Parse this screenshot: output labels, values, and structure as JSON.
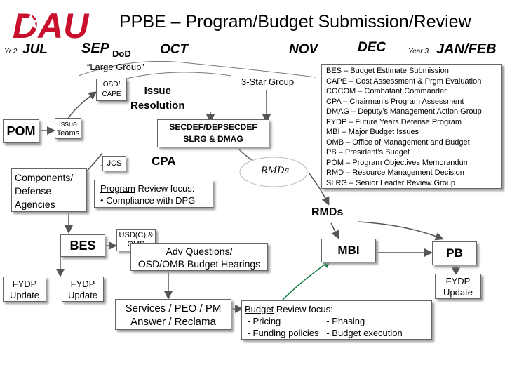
{
  "header": {
    "logo_text": "DAU",
    "title": "PPBE – Program/Budget Submission/Review"
  },
  "timeline": {
    "yr2": "Yr 2",
    "jul": "JUL",
    "sep": "SEP",
    "dod": "DoD",
    "oct": "OCT",
    "nov": "NOV",
    "dec": "DEC",
    "year3": "Year 3",
    "jan_feb": "JAN/FEB"
  },
  "labels": {
    "large_group": "“Large Group”",
    "osd_cape": "OSD/\nCAPE",
    "issue_resolution": "Issue\nResolution",
    "three_star": "3-Star Group",
    "pom": "POM",
    "issue_teams": "Issue\nTeams",
    "secdef": "SECDEF/DEPSECDEF\nSLRG & DMAG",
    "jcs": "JCS",
    "cpa": "CPA",
    "rmds_oval": "RMDs",
    "components": "Components/\nDefense\nAgencies",
    "program_review": "Program",
    "program_review_rest": " Review focus:",
    "compliance": "• Compliance with DPG",
    "rmds": "RMDs",
    "usdc_omb": "USD(C) &\nOMB",
    "bes": "BES",
    "adv_questions": "Adv Questions/\nOSD/OMB Budget Hearings",
    "mbi": "MBI",
    "pb": "PB",
    "fydp_update_left": "FYDP\nUpdate",
    "fydp_update_mid": "FYDP\nUpdate",
    "fydp_update_right": "FYDP\nUpdate",
    "services": "Services / PEO / PM\nAnswer / Reclama",
    "budget_review_u": "Budget",
    "budget_review_rest": " Review focus:",
    "budget_line1": " - Pricing                  - Phasing",
    "budget_line2": " - Funding policies   - Budget execution"
  },
  "glossary": [
    "BES – Budget Estimate Submission",
    "CAPE – Cost Assessment & Prgm Evaluation",
    "COCOM – Combatant Commander",
    "CPA – Chairman’s Program Assessment",
    "DMAG – Deputy’s Management Action Group",
    "FYDP – Future Years Defense Program",
    "MBI – Major Budget Issues",
    "OMB – Office of Management and Budget",
    "PB – President’s Budget",
    "POM – Program Objectives Memorandum",
    "RMD – Resource Management Decision",
    "SLRG – Senior Leader Review Group"
  ],
  "colors": {
    "logo_red": "#c8102e",
    "arrow_green": "#0b7a3c",
    "line_gray": "#555555"
  }
}
